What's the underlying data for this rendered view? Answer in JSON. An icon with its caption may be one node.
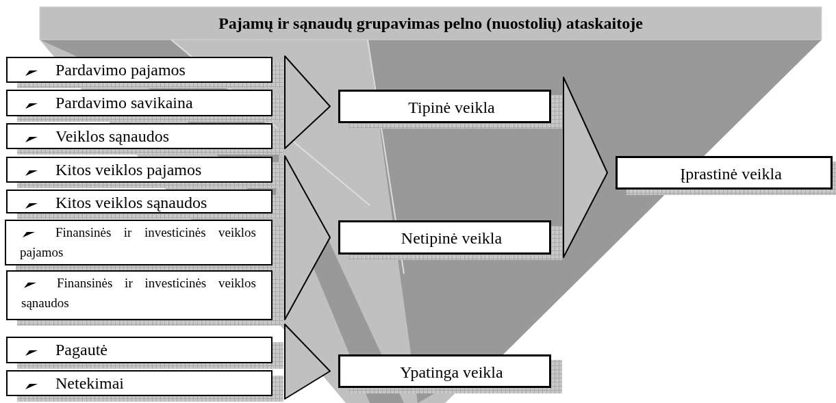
{
  "diagram": {
    "title": "Pajamų ir sąnaudų grupavimas pelno (nuostolių) ataskaitoje",
    "nodes": [
      {
        "text": [
          "Pardavimo pajamos"
        ]
      },
      {
        "text": [
          "Pardavimo savikaina"
        ]
      },
      {
        "text": [
          "Veiklos sąnaudos"
        ]
      },
      {
        "text": [
          "Kitos veiklos pajamos"
        ]
      },
      {
        "text": [
          "Kitos veiklos sąnaudos"
        ]
      },
      {
        "text": [
          "Finansinės ir investicinės veiklos pajamos"
        ]
      },
      {
        "text": [
          "Finansinės ir investicinės veiklos sąnaudos"
        ]
      },
      {
        "text": [
          "Pagautė"
        ]
      },
      {
        "text": [
          "Netekimai"
        ]
      },
      {
        "text": [
          "Tipinė veikla"
        ]
      },
      {
        "text": [
          "Netipinė veikla"
        ]
      },
      {
        "text": [
          "Ypatinga veikla"
        ]
      },
      {
        "text": [
          "Įprastinė veikla"
        ]
      }
    ],
    "edges": [
      {
        "from": 0,
        "to": 9,
        "arrow": "to"
      },
      {
        "from": 1,
        "to": 9,
        "arrow": "to"
      },
      {
        "from": 2,
        "to": 9,
        "arrow": "to"
      },
      {
        "from": 3,
        "to": 10,
        "arrow": "to"
      },
      {
        "from": 4,
        "to": 10,
        "arrow": "to"
      },
      {
        "from": 5,
        "to": 10,
        "arrow": "to"
      },
      {
        "from": 6,
        "to": 10,
        "arrow": "to"
      },
      {
        "from": 7,
        "to": 11,
        "arrow": "to"
      },
      {
        "from": 8,
        "to": 11,
        "arrow": "to"
      },
      {
        "from": 9,
        "to": 12,
        "arrow": "to"
      },
      {
        "from": 10,
        "to": 12,
        "arrow": "to"
      }
    ]
  }
}
